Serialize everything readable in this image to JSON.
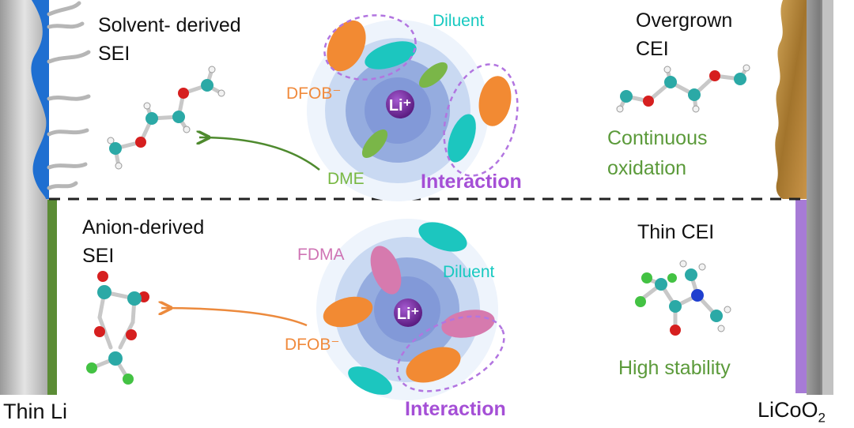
{
  "top": {
    "sei_label": "Solvent- derived\nSEI",
    "cei_label": "Overgrown\nCEI",
    "diluent": "Diluent",
    "anion": "DFOB⁻",
    "solvent": "DME",
    "cation": "Li⁺",
    "interaction": "Interaction",
    "note": "Continuous\noxidation"
  },
  "bottom": {
    "sei_label": "Anion-derived\nSEI",
    "cei_label": "Thin CEI",
    "cosolvent": "FDMA",
    "diluent": "Diluent",
    "anion": "DFOB⁻",
    "cation": "Li⁺",
    "interaction": "Interaction",
    "note": "High stability"
  },
  "electrodes": {
    "anode": "Thin Li",
    "cathode_base": "LiCoO",
    "cathode_sub": "2"
  },
  "colors": {
    "diluent": "#1cc6bf",
    "anion": "#f28a33",
    "solvent": "#7ab648",
    "cosolvent": "#d67aae",
    "cation": "#7a2b9b",
    "interaction": "#b275e0",
    "sei_solvent": "#1f6fd1",
    "sei_anion": "#5b8c35",
    "cei_thin": "#a77bd6",
    "cei_overgrown": "#b88a3b"
  }
}
